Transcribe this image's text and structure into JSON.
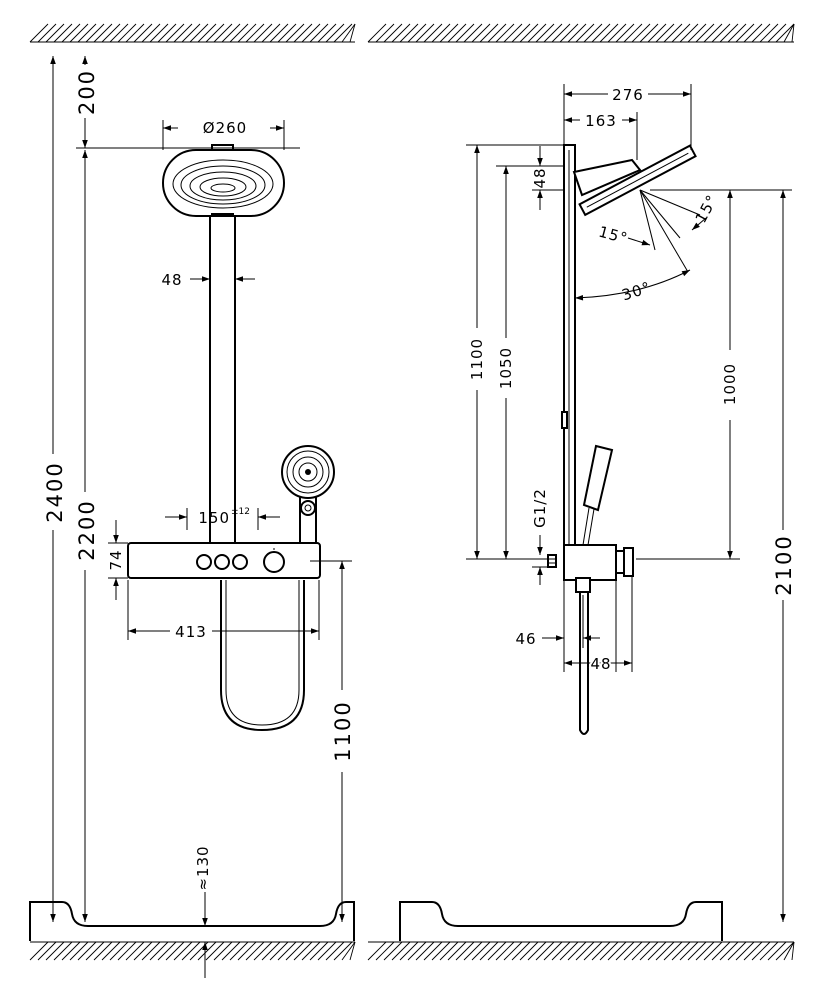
{
  "front_view": {
    "dims": {
      "d2400": "2400",
      "d200": "200",
      "d2200": "2200",
      "d_head": "Ø260",
      "d48": "48",
      "d150": "150",
      "d150_tol": "±12",
      "d74": "74",
      "d413": "413",
      "d1100": "1100",
      "d130": "≈130"
    }
  },
  "side_view": {
    "dims": {
      "d276": "276",
      "d163": "163",
      "d48v": "48",
      "a15a": "15°",
      "a15b": "15°",
      "a30": "30°",
      "d1100": "1100",
      "d1050": "1050",
      "d1000": "1000",
      "dG12": "G1/2",
      "d2100": "2100",
      "d46": "46",
      "d48h": "48"
    }
  }
}
